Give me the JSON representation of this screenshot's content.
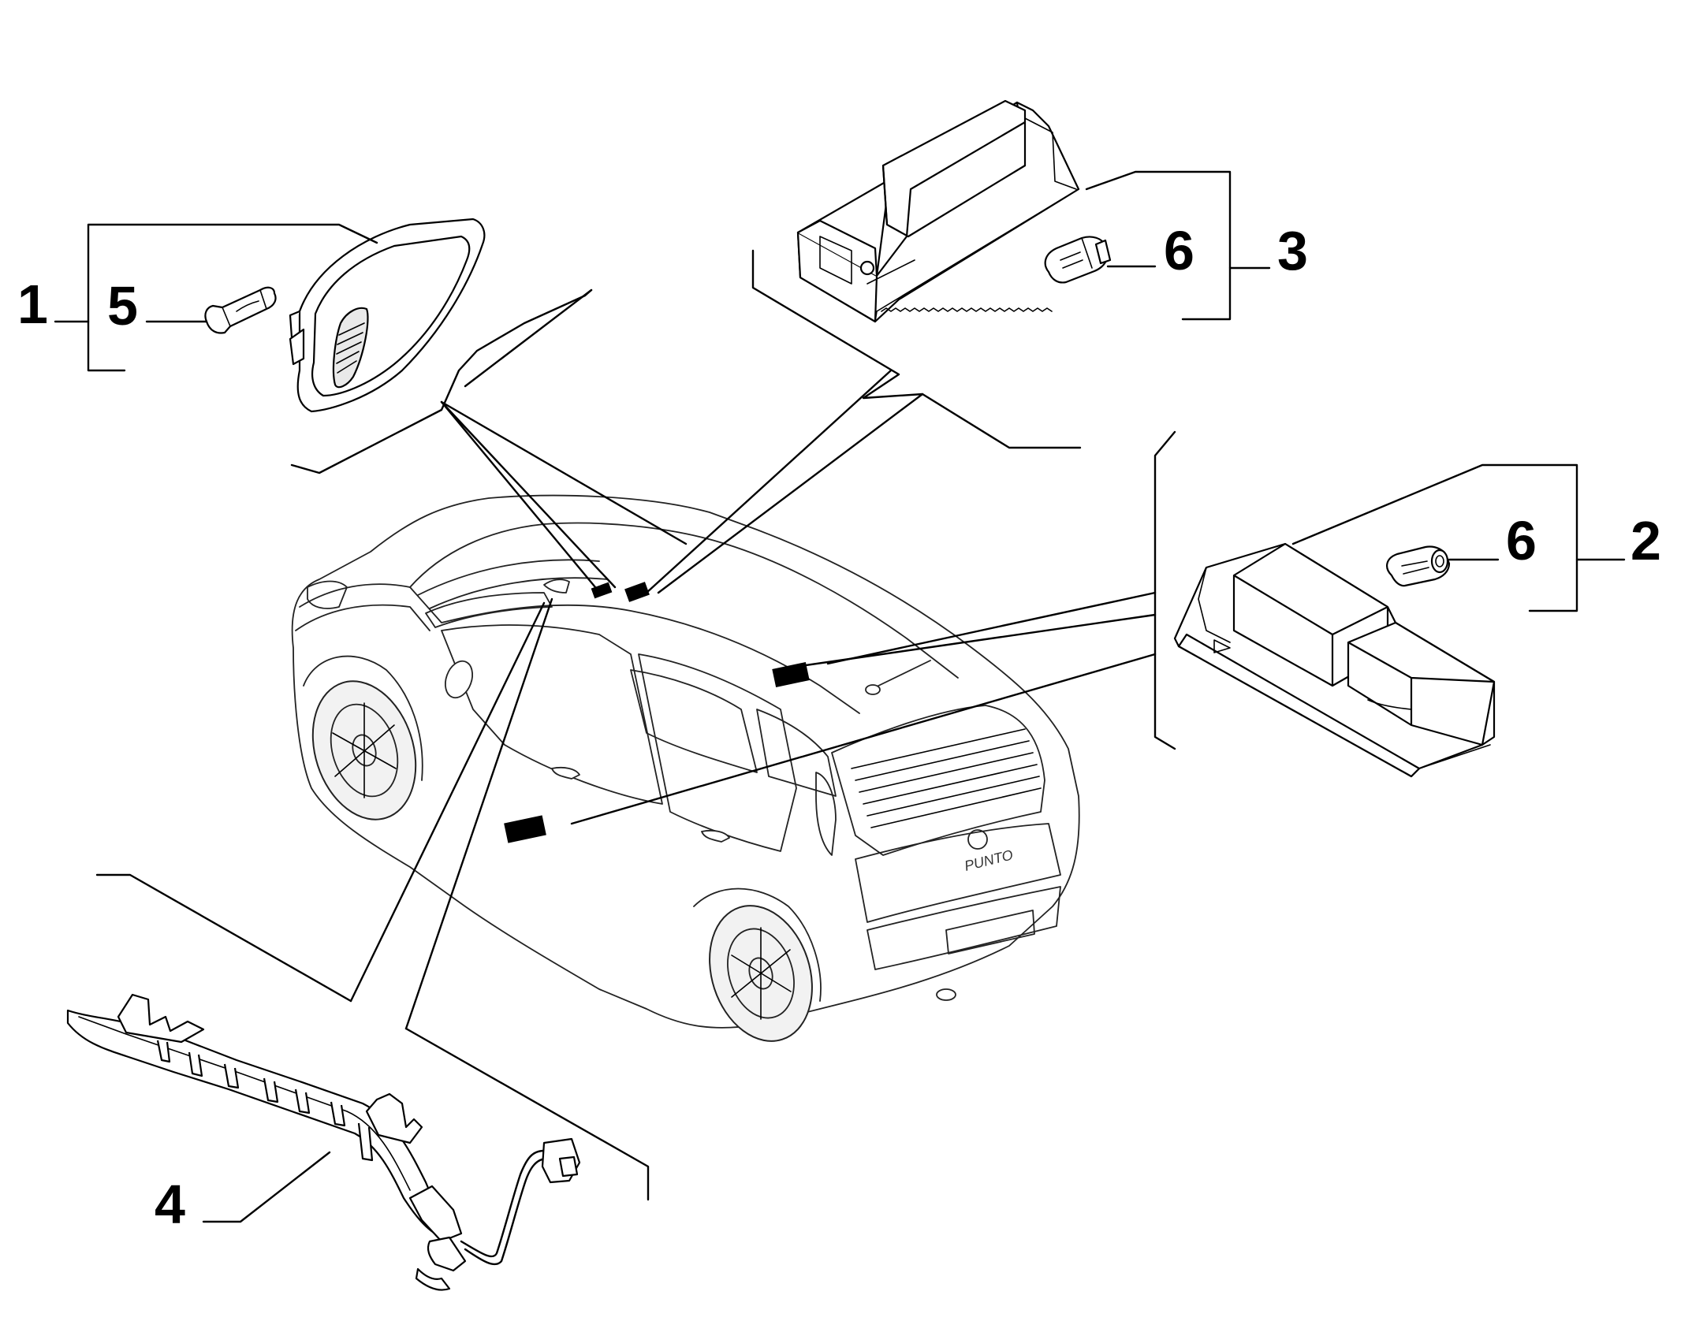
{
  "callouts": {
    "c1": "1",
    "c2": "2",
    "c3": "3",
    "c4": "4",
    "c5": "5",
    "c6a": "6",
    "c6b": "6"
  },
  "car_badge": "PUNTO"
}
